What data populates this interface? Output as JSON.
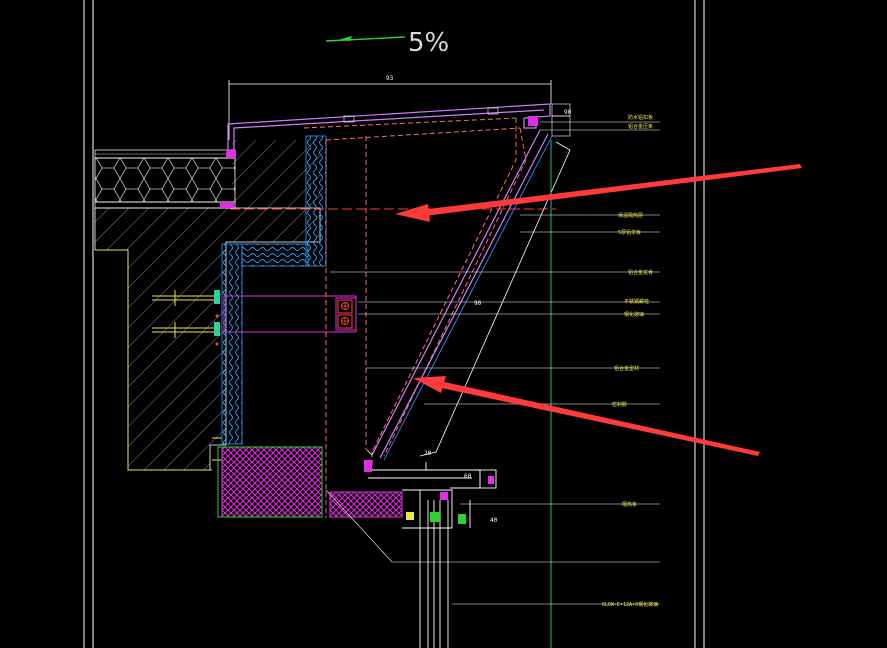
{
  "drawing": {
    "slope_label": "5%",
    "top_dimension": "93",
    "small_dimensions": [
      "20",
      "60",
      "40",
      "90"
    ],
    "diagonal_dimension": "90",
    "annotations": [
      "防水铝扣板",
      "铝合金压条",
      "保温隔热层",
      "5厚铝单板",
      "铝合金龙骨",
      "不锈钢螺栓",
      "钢化玻璃",
      "铝合金型材",
      "密封胶",
      "隔热条",
      "6LOW-E+12A+6钢化玻璃"
    ]
  },
  "colors": {
    "background": "#000000",
    "frame": "#ffffff",
    "cladding": "#d07bff",
    "insulation": "#2fa3ff",
    "fill_magenta": "#e22ee2",
    "hidden_line": "#ff6b6b",
    "leader": "#e8e84a",
    "axis": "#1fb8a8",
    "arrow": "#ff3a3a",
    "slope_arrow": "#2fd12f"
  }
}
